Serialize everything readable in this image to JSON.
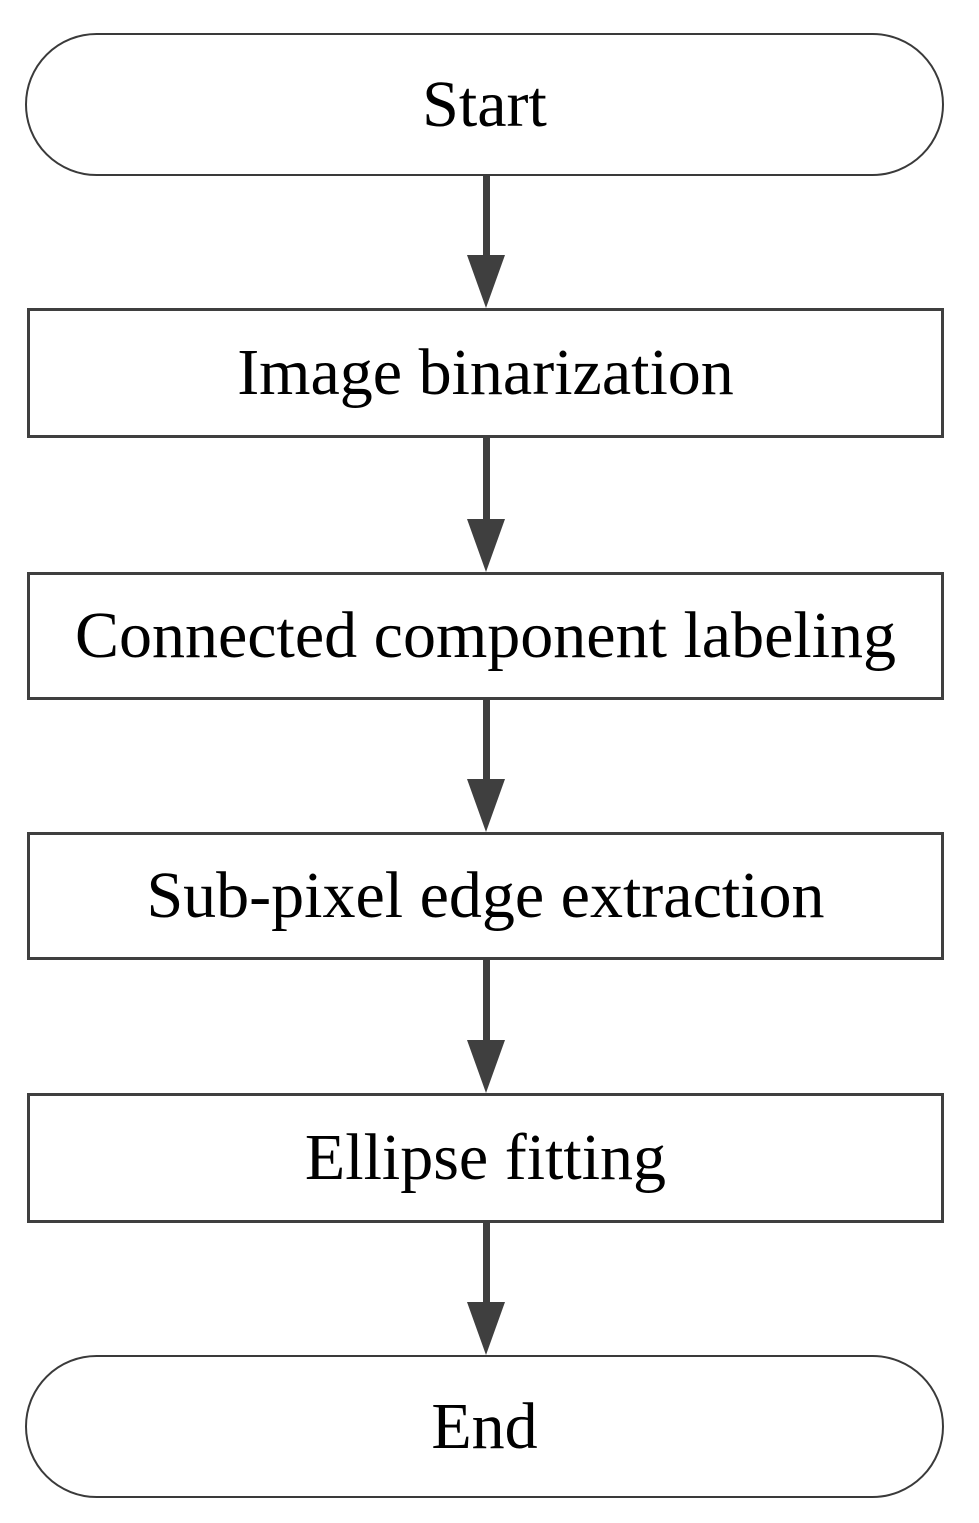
{
  "diagram": {
    "type": "flowchart",
    "orientation": "vertical",
    "nodes": [
      {
        "id": "start",
        "label": "Start",
        "shape": "stadium"
      },
      {
        "id": "image-binarization",
        "label": "Image binarization",
        "shape": "rectangle"
      },
      {
        "id": "connected-component-labeling",
        "label": "Connected component labeling",
        "shape": "rectangle"
      },
      {
        "id": "sub-pixel-edge-extraction",
        "label": "Sub-pixel edge extraction",
        "shape": "rectangle"
      },
      {
        "id": "ellipse-fitting",
        "label": "Ellipse fitting",
        "shape": "rectangle"
      },
      {
        "id": "end",
        "label": "End",
        "shape": "stadium"
      }
    ],
    "edges": [
      {
        "from": "start",
        "to": "image-binarization"
      },
      {
        "from": "image-binarization",
        "to": "connected-component-labeling"
      },
      {
        "from": "connected-component-labeling",
        "to": "sub-pixel-edge-extraction"
      },
      {
        "from": "sub-pixel-edge-extraction",
        "to": "ellipse-fitting"
      },
      {
        "from": "ellipse-fitting",
        "to": "end"
      }
    ],
    "colors": {
      "background": "#ffffff",
      "node_fill": "#ffffff",
      "node_border": "#3f3f3f",
      "arrow": "#3f3f3f",
      "text": "#000000"
    }
  }
}
